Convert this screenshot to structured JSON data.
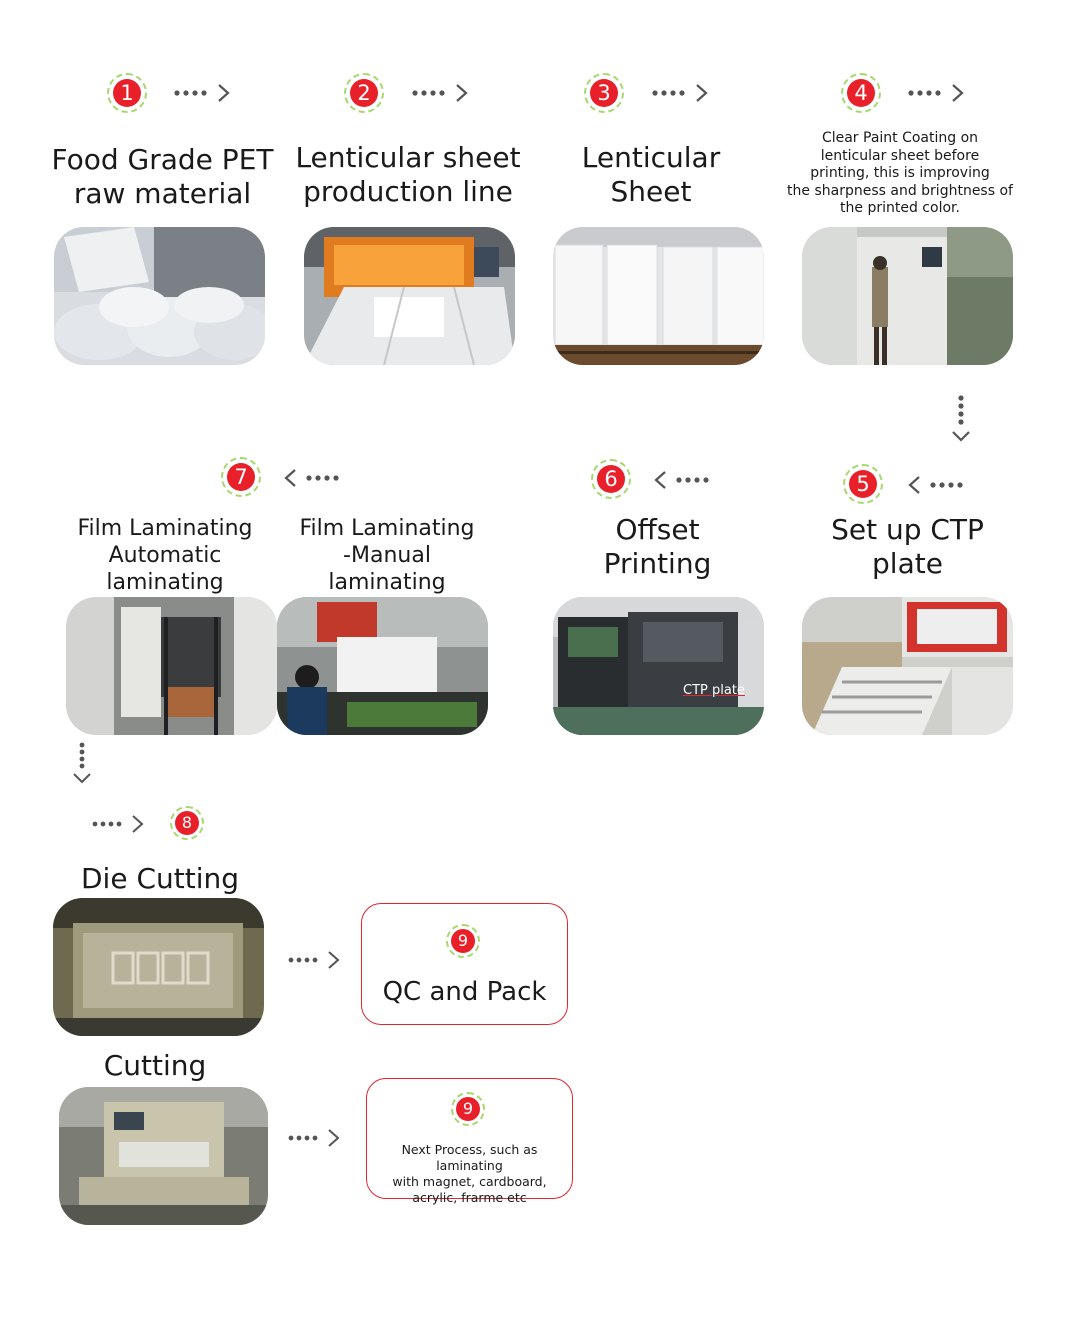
{
  "steps": [
    {
      "number": "1",
      "title": "Food Grade PET\nraw material"
    },
    {
      "number": "2",
      "title": "Lenticular sheet\nproduction line"
    },
    {
      "number": "3",
      "title": "Lenticular\nSheet"
    },
    {
      "number": "4",
      "title": "Clear Paint Coating on\nlenticular sheet before\nprinting, this is improving\nthe sharpness and brightness of\nthe printed color."
    },
    {
      "number": "5",
      "title": "Set up CTP\nplate"
    },
    {
      "number": "6",
      "title": "Offset\nPrinting"
    },
    {
      "number": "7",
      "title_a": "Film Laminating\nAutomatic laminating\nmachine",
      "title_b": "Film Laminating\n-Manual laminating\nmachine"
    },
    {
      "number": "8",
      "title": "Die Cutting"
    },
    {
      "number": "9",
      "title": "QC and Pack"
    },
    {
      "number": "9",
      "title": "Next Process, such as laminating\nwith magnet, cardboard,\nacrylic, frarme etc"
    }
  ],
  "cutting_title": "Cutting",
  "ctp_plate_label": "CTP plate",
  "colors": {
    "accent": "#e8202a",
    "badge_ring": "#a6d86e",
    "box_border": "#e0262e",
    "arrow": "#555555"
  }
}
